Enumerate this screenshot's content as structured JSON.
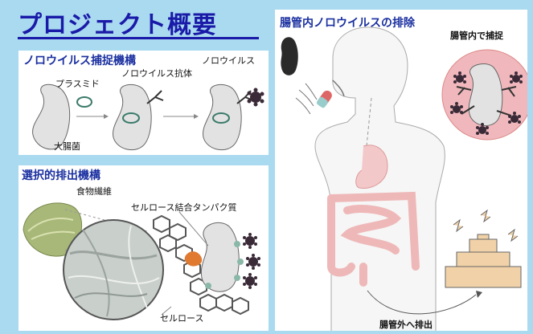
{
  "title": "プロジェクト概要",
  "panel1": {
    "title": "ノロウイルス捕捉機構",
    "labels": {
      "plasmid": "プラスミド",
      "antibody": "ノロウイルス抗体",
      "norovirus": "ノロウイルス",
      "ecoli": "大腸菌"
    }
  },
  "panel2": {
    "title": "選択的排出機構",
    "labels": {
      "dietary_fiber": "食物繊維",
      "cbp": "セルロース結合タンパク質",
      "cellulose": "セルロース"
    }
  },
  "panel3": {
    "title": "腸管内ノロウイルスの排除",
    "labels": {
      "capture_in_gut": "腸管内で捕捉",
      "excrete": "腸管外へ排出"
    }
  }
}
